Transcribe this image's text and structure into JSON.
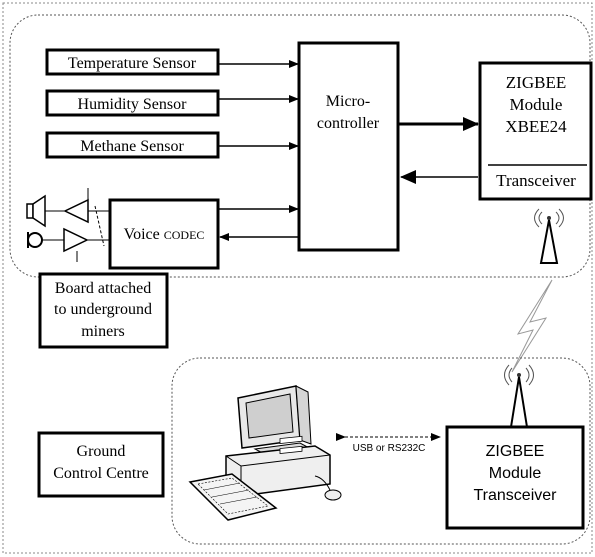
{
  "board": {
    "sensors": [
      {
        "label": "Temperature Sensor"
      },
      {
        "label": "Humidity Sensor"
      },
      {
        "label": "Methane Sensor"
      }
    ],
    "codec_label_main": "Voice ",
    "codec_label_small": "CODEC",
    "mcu_line1": "Micro-",
    "mcu_line2": "controller",
    "zigbee_line1": "ZIGBEE",
    "zigbee_line2": "Module",
    "zigbee_line3": "XBEE24",
    "zigbee_line4": "Transceiver",
    "caption_line1": "Board attached",
    "caption_line2": "to underground",
    "caption_line3": "miners"
  },
  "ground": {
    "caption_line1": "Ground",
    "caption_line2": "Control Centre",
    "link_label": "USB or RS232C",
    "zigbee_line1": "ZIGBEE",
    "zigbee_line2": "Module",
    "zigbee_line3": "Transceiver"
  },
  "icons": [
    "speaker-icon",
    "microphone-icon",
    "amplifier-icon",
    "antenna-icon",
    "wireless-link-icon",
    "computer-icon"
  ]
}
